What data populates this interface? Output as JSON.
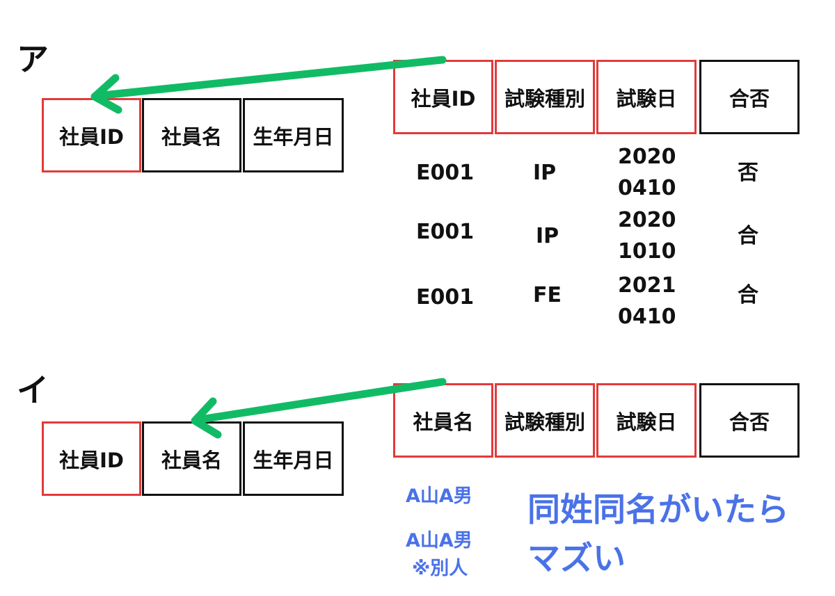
{
  "section_a": {
    "label": "ア",
    "left_table_headers": [
      "社員ID",
      "社員名",
      "生年月日"
    ],
    "right_table_headers": [
      "社員ID",
      "試験種別",
      "試験日",
      "合否"
    ],
    "rows": [
      {
        "id": "E001",
        "type": "IP",
        "date_top": "2020",
        "date_bottom": "0410",
        "result": "否"
      },
      {
        "id": "E001",
        "type": "IP",
        "date_top": "2020",
        "date_bottom": "1010",
        "result": "合"
      },
      {
        "id": "E001",
        "type": "FE",
        "date_top": "2021",
        "date_bottom": "0410",
        "result": "合"
      }
    ]
  },
  "section_i": {
    "label": "イ",
    "left_table_headers": [
      "社員ID",
      "社員名",
      "生年月日"
    ],
    "right_table_headers": [
      "社員名",
      "試験種別",
      "試験日",
      "合否"
    ],
    "example_name_1": "A山A男",
    "example_name_2": "A山A男",
    "example_note": "※別人",
    "warning_line1": "同姓同名がいたら",
    "warning_line2": "マズい"
  },
  "colors": {
    "arrow": "#11bb66",
    "key_border": "#e23a3a",
    "plain_border": "#111111",
    "note_text": "#4a72e8"
  }
}
